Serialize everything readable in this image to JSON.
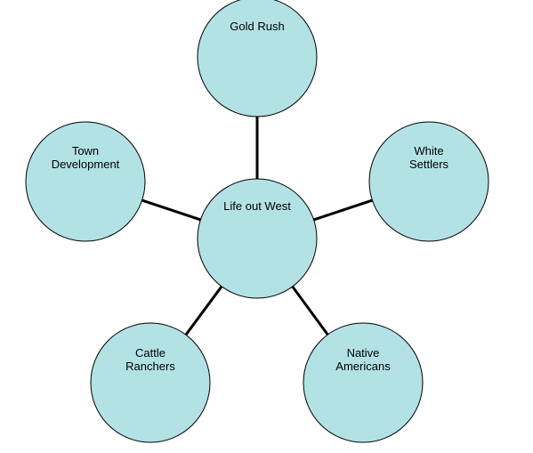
{
  "diagram": {
    "center": {
      "lines": [
        "Life out West"
      ]
    },
    "nodes": [
      {
        "id": "gold-rush",
        "lines": [
          "Gold Rush"
        ]
      },
      {
        "id": "white-settlers",
        "lines": [
          "White",
          "Settlers"
        ]
      },
      {
        "id": "native-americans",
        "lines": [
          "Native",
          "Americans"
        ]
      },
      {
        "id": "cattle-ranchers",
        "lines": [
          "Cattle",
          "Ranchers"
        ]
      },
      {
        "id": "town-development",
        "lines": [
          "Town",
          "Development"
        ]
      }
    ],
    "colors": {
      "fill": "#b3e2e5",
      "stroke": "#000000",
      "connector": "#000000",
      "text": "#000000"
    }
  }
}
